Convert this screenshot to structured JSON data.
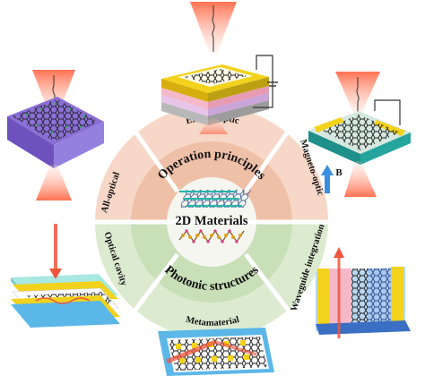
{
  "center": {
    "title": "2D Materials"
  },
  "ring": {
    "top": "Operation principles",
    "bottom": "Photonic structures"
  },
  "outer": {
    "electro_optic": "Electro-optic",
    "all_optical": "All-optical",
    "magneto_optic": "Magneto-optic",
    "optical_cavity": "Optical cavity",
    "metamaterial": "Metamaterial",
    "waveguide_integration": "Waveguide integration",
    "field_symbol": "B"
  },
  "colors": {
    "upper_sector": "#f7d7c7",
    "upper_ring": "#efc0a8",
    "lower_sector": "#dcebd0",
    "lower_ring": "#c8dfb8",
    "laser": "#f0553c",
    "substrate_purple": "#8a6fd6",
    "substrate_teal": "#1f8f8a",
    "gold": "#f2d21c",
    "graphene": "#1c1c1c"
  }
}
